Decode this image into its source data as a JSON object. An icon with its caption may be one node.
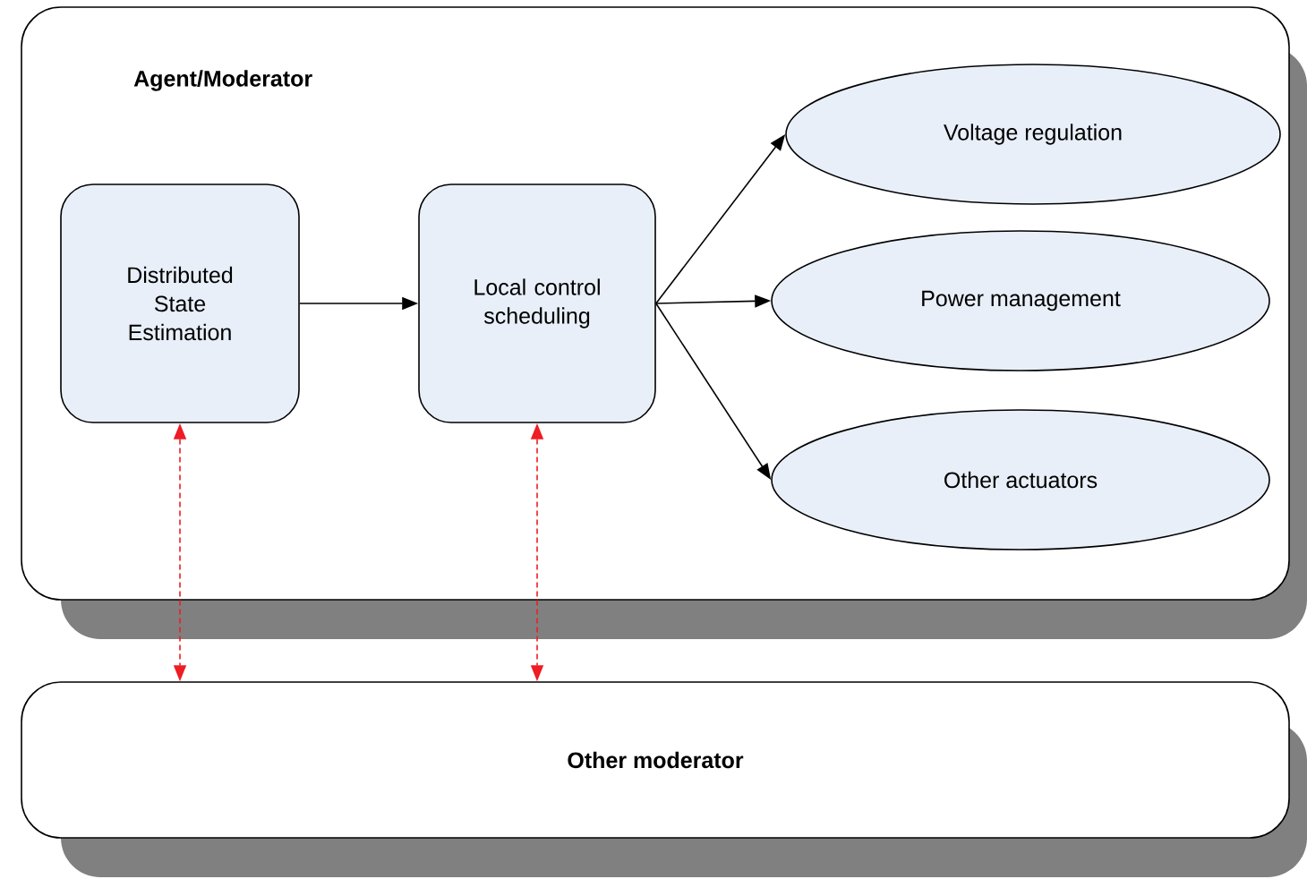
{
  "diagram": {
    "nodes": [
      {
        "text": [
          "Agent/Moderator"
        ]
      },
      {
        "text": [
          "Distributed State Estimation"
        ],
        "in": 0
      },
      {
        "text": [
          "Local control scheduling"
        ],
        "in": 0
      },
      {
        "text": [
          "Voltage regulation"
        ],
        "in": 0
      },
      {
        "text": [
          "Power management"
        ],
        "in": 0
      },
      {
        "text": [
          "Other actuators"
        ],
        "in": 0
      },
      {
        "text": [
          "Other moderator"
        ]
      }
    ],
    "edges": [
      {
        "from": 1,
        "to": 2,
        "arrow": "to"
      },
      {
        "from": 2,
        "to": 3,
        "arrow": "to"
      },
      {
        "from": 2,
        "to": 4,
        "arrow": "to"
      },
      {
        "from": 2,
        "to": 5,
        "arrow": "to"
      },
      {
        "from": 1,
        "to": 6,
        "arrow": "both",
        "style": "dashed",
        "color": "#ee1c24"
      },
      {
        "from": 2,
        "to": 6,
        "arrow": "both",
        "style": "dashed",
        "color": "#ee1c24"
      }
    ]
  }
}
